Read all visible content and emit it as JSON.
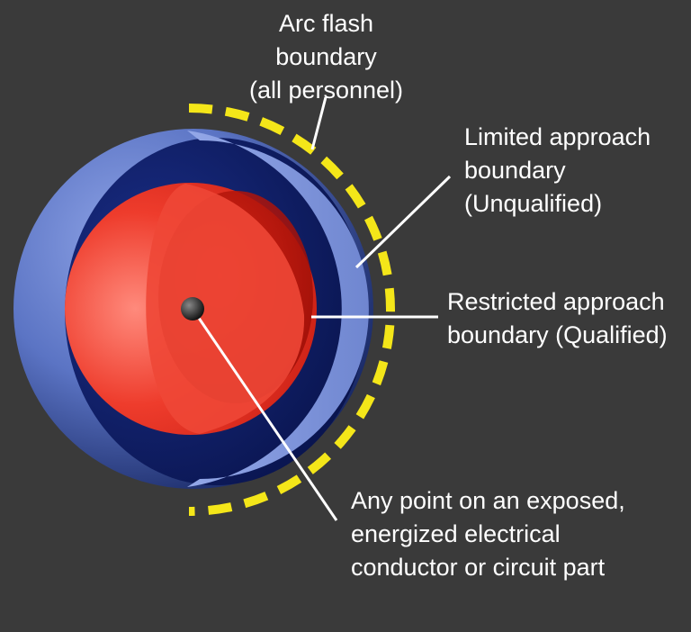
{
  "labels": {
    "arc_flash": [
      "Arc flash",
      "boundary",
      "(all personnel)"
    ],
    "limited_approach": [
      "Limited approach",
      "boundary",
      "(Unqualified)"
    ],
    "restricted_approach": [
      "Restricted approach",
      "boundary (Qualified)"
    ],
    "exposed_point": [
      "Any point on an exposed,",
      "energized electrical",
      "conductor or circuit part"
    ]
  },
  "colors": {
    "background": "#3a3a3a",
    "outer_sphere": "#5b74c4",
    "inner_cavity": "#0b1d66",
    "red_sphere": "#e83a2c",
    "arc_flash_dashes": "#f4e619",
    "leader_lines": "#ffffff",
    "center_point": "#1a1a1a",
    "text": "#ffffff"
  }
}
